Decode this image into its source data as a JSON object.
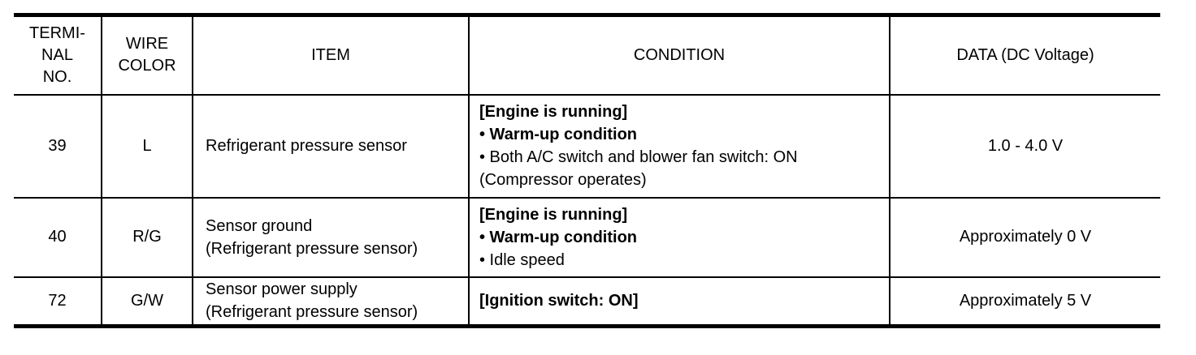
{
  "table": {
    "header": {
      "terminal_no_lines": [
        "TERMI-",
        "NAL",
        "NO."
      ],
      "wire_color_lines": [
        "WIRE",
        "COLOR"
      ],
      "item": "ITEM",
      "condition": "CONDITION",
      "data": "DATA (DC Voltage)"
    },
    "rows": [
      {
        "terminal_no": "39",
        "wire_color": "L",
        "item_lines": [
          "Refrigerant pressure sensor"
        ],
        "condition_lines": [
          {
            "text": "[Engine is running]",
            "bold": true
          },
          {
            "text": "• Warm-up condition",
            "bold": true
          },
          {
            "text": "• Both A/C switch and blower fan switch: ON",
            "bold": false
          },
          {
            "text": "(Compressor operates)",
            "bold": false
          }
        ],
        "data": "1.0 - 4.0 V"
      },
      {
        "terminal_no": "40",
        "wire_color": "R/G",
        "item_lines": [
          "Sensor ground",
          "(Refrigerant pressure sensor)"
        ],
        "condition_lines": [
          {
            "text": "[Engine is running]",
            "bold": true
          },
          {
            "text": "• Warm-up condition",
            "bold": true
          },
          {
            "text": "• Idle speed",
            "bold": false
          }
        ],
        "data": "Approximately 0 V"
      },
      {
        "terminal_no": "72",
        "wire_color": "G/W",
        "item_lines": [
          "Sensor power supply",
          "(Refrigerant pressure sensor)"
        ],
        "condition_lines": [
          {
            "text": "[Ignition switch: ON]",
            "bold": true
          }
        ],
        "data": "Approximately 5 V"
      }
    ],
    "colors": {
      "border": "#000000",
      "text": "#000000",
      "background": "#ffffff"
    }
  }
}
